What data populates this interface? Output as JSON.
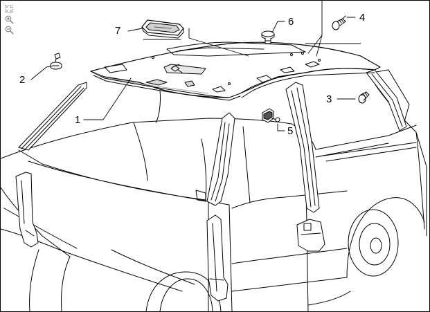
{
  "toolbar": {
    "tools": [
      {
        "icon": "fit-page-icon"
      },
      {
        "icon": "zoom-in-icon"
      },
      {
        "icon": "zoom-out-icon"
      }
    ]
  },
  "callouts": {
    "c1": "1",
    "c2": "2",
    "c3": "3",
    "c4": "4",
    "c5": "5",
    "c6": "6",
    "c7": "7"
  },
  "colors": {
    "line": "#000000",
    "fill": "#ffffff",
    "shade": "#cfcfcf"
  }
}
